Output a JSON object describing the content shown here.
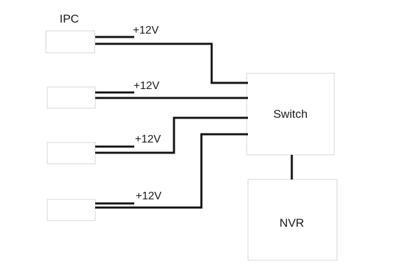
{
  "diagram": {
    "ipc_label": "IPC",
    "switch_label": "Switch",
    "nvr_label": "NVR",
    "cameras": [
      {
        "voltage_label": "+12V"
      },
      {
        "voltage_label": "+12V"
      },
      {
        "voltage_label": "+12V"
      },
      {
        "voltage_label": "+12V"
      }
    ],
    "colors": {
      "wire": "#111111",
      "box_border": "#d6d6d6",
      "background": "#ffffff"
    }
  }
}
